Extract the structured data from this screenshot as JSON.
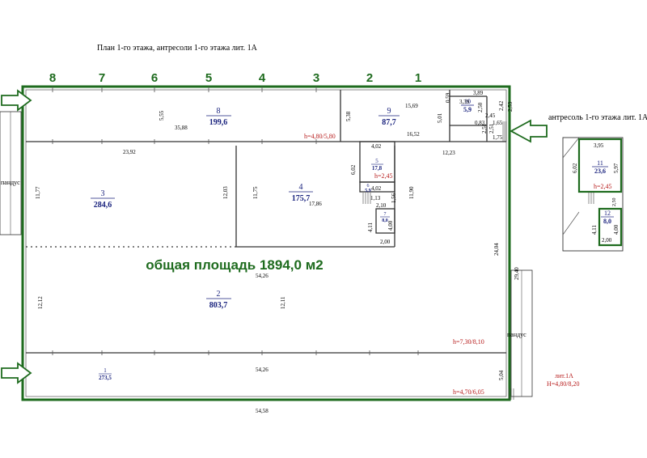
{
  "title": "План 1-го этажа, антресоли 1-го этажа лит. 1А",
  "mezzanine_title": "антресоль 1-го этажа лит. 1А",
  "total_area": "общая площадь 1894,0 м2",
  "axes": [
    "8",
    "7",
    "6",
    "5",
    "4",
    "3",
    "2",
    "1"
  ],
  "ramp": "пандус",
  "lit": {
    "label": "лит.1А",
    "height": "Н=4,80/8,20"
  },
  "heights": {
    "h_room8": "h=4,80/5,80",
    "h_room5": "h=2,45",
    "h_room2": "h=7,30/8,10",
    "h_room1": "h=4,70/6,05",
    "h_room11": "h=2,45"
  },
  "rooms": [
    {
      "num": "1",
      "area": "273,5"
    },
    {
      "num": "2",
      "area": "803,7"
    },
    {
      "num": "3",
      "area": "284,6"
    },
    {
      "num": "4",
      "area": "175,7"
    },
    {
      "num": "5",
      "area": "17,8"
    },
    {
      "num": "6",
      "area": "5,9"
    },
    {
      "num": "7",
      "area": "8,0"
    },
    {
      "num": "8",
      "area": "199,6"
    },
    {
      "num": "9",
      "area": "87,7"
    },
    {
      "num": "10",
      "area": "5,9"
    },
    {
      "num": "11",
      "area": "23,6"
    },
    {
      "num": "12",
      "area": "8,0"
    }
  ],
  "dims": {
    "d_35_88": "35,88",
    "d_5_55": "5,55",
    "d_5_38": "5,38",
    "d_15_69": "15,69",
    "d_16_52": "16,52",
    "d_5_01": "5,01",
    "d_0_59": "0,59",
    "d_3_89": "3,89",
    "d_3_39": "3,39",
    "d_2_50": "2,50",
    "d_2_42": "2,42",
    "d_2_53": "2,53",
    "d_2_45": "2,45",
    "d_0_83": "0,83",
    "d_1_65": "1,65",
    "d_2_51a": "2,51",
    "d_2_51b": "2,51",
    "d_1_75": "1,75",
    "d_23_92": "23,92",
    "d_12_23": "12,23",
    "d_11_77": "11,77",
    "d_12_03": "12,03",
    "d_11_75": "11,75",
    "d_17_86": "17,86",
    "d_4_02a": "4,02",
    "d_6_02": "6,02",
    "d_4_02b": "4,02",
    "d_1_13": "1,13",
    "d_2_10": "2,10",
    "d_1_56": "1,56",
    "d_11_90": "11,90",
    "d_4_11": "4,11",
    "d_4_00": "4,00",
    "d_2_00": "2,00",
    "d_24_04": "24,04",
    "d_29_40": "29,40",
    "d_54_26a": "54,26",
    "d_12_12": "12,12",
    "d_12_11": "12,11",
    "d_54_26b": "54,26",
    "d_5_04": "5,04",
    "d_54_58": "54,58",
    "m_3_95": "3,95",
    "m_6_02": "6,02",
    "m_5_97": "5,97",
    "m_4_11": "4,11",
    "m_4_00": "4,00",
    "m_2_00": "2,00",
    "m_2_50": "2,50"
  }
}
